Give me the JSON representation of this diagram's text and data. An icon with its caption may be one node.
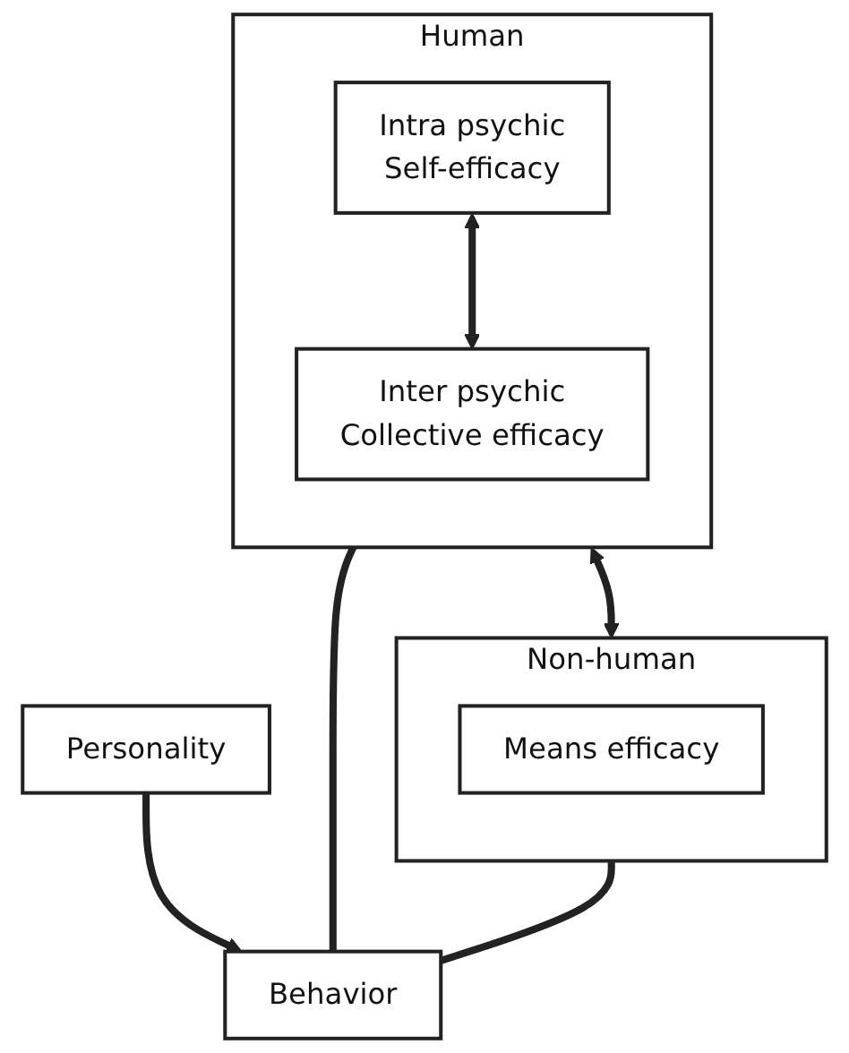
{
  "diagram": {
    "nodes": [
      {
        "text": [
          "Human"
        ]
      },
      {
        "text": [
          "Intra psychic",
          "Self-efficacy"
        ],
        "in": 0
      },
      {
        "text": [
          "Inter psychic",
          "Collective efficacy"
        ],
        "in": 0
      },
      {
        "text": [
          "Non-human"
        ]
      },
      {
        "text": [
          "Means efficacy"
        ],
        "in": 3
      },
      {
        "text": [
          "Behavior"
        ]
      },
      {
        "text": [
          "Personality"
        ]
      }
    ],
    "edges": [
      {
        "from": 1,
        "to": 2,
        "arrow": "both"
      },
      {
        "from": 0,
        "to": 3,
        "arrow": "both"
      },
      {
        "from": 0,
        "to": 5,
        "arrow": "none"
      },
      {
        "from": 3,
        "to": 5,
        "arrow": "none"
      },
      {
        "from": 6,
        "to": 5,
        "arrow": "to"
      }
    ]
  }
}
